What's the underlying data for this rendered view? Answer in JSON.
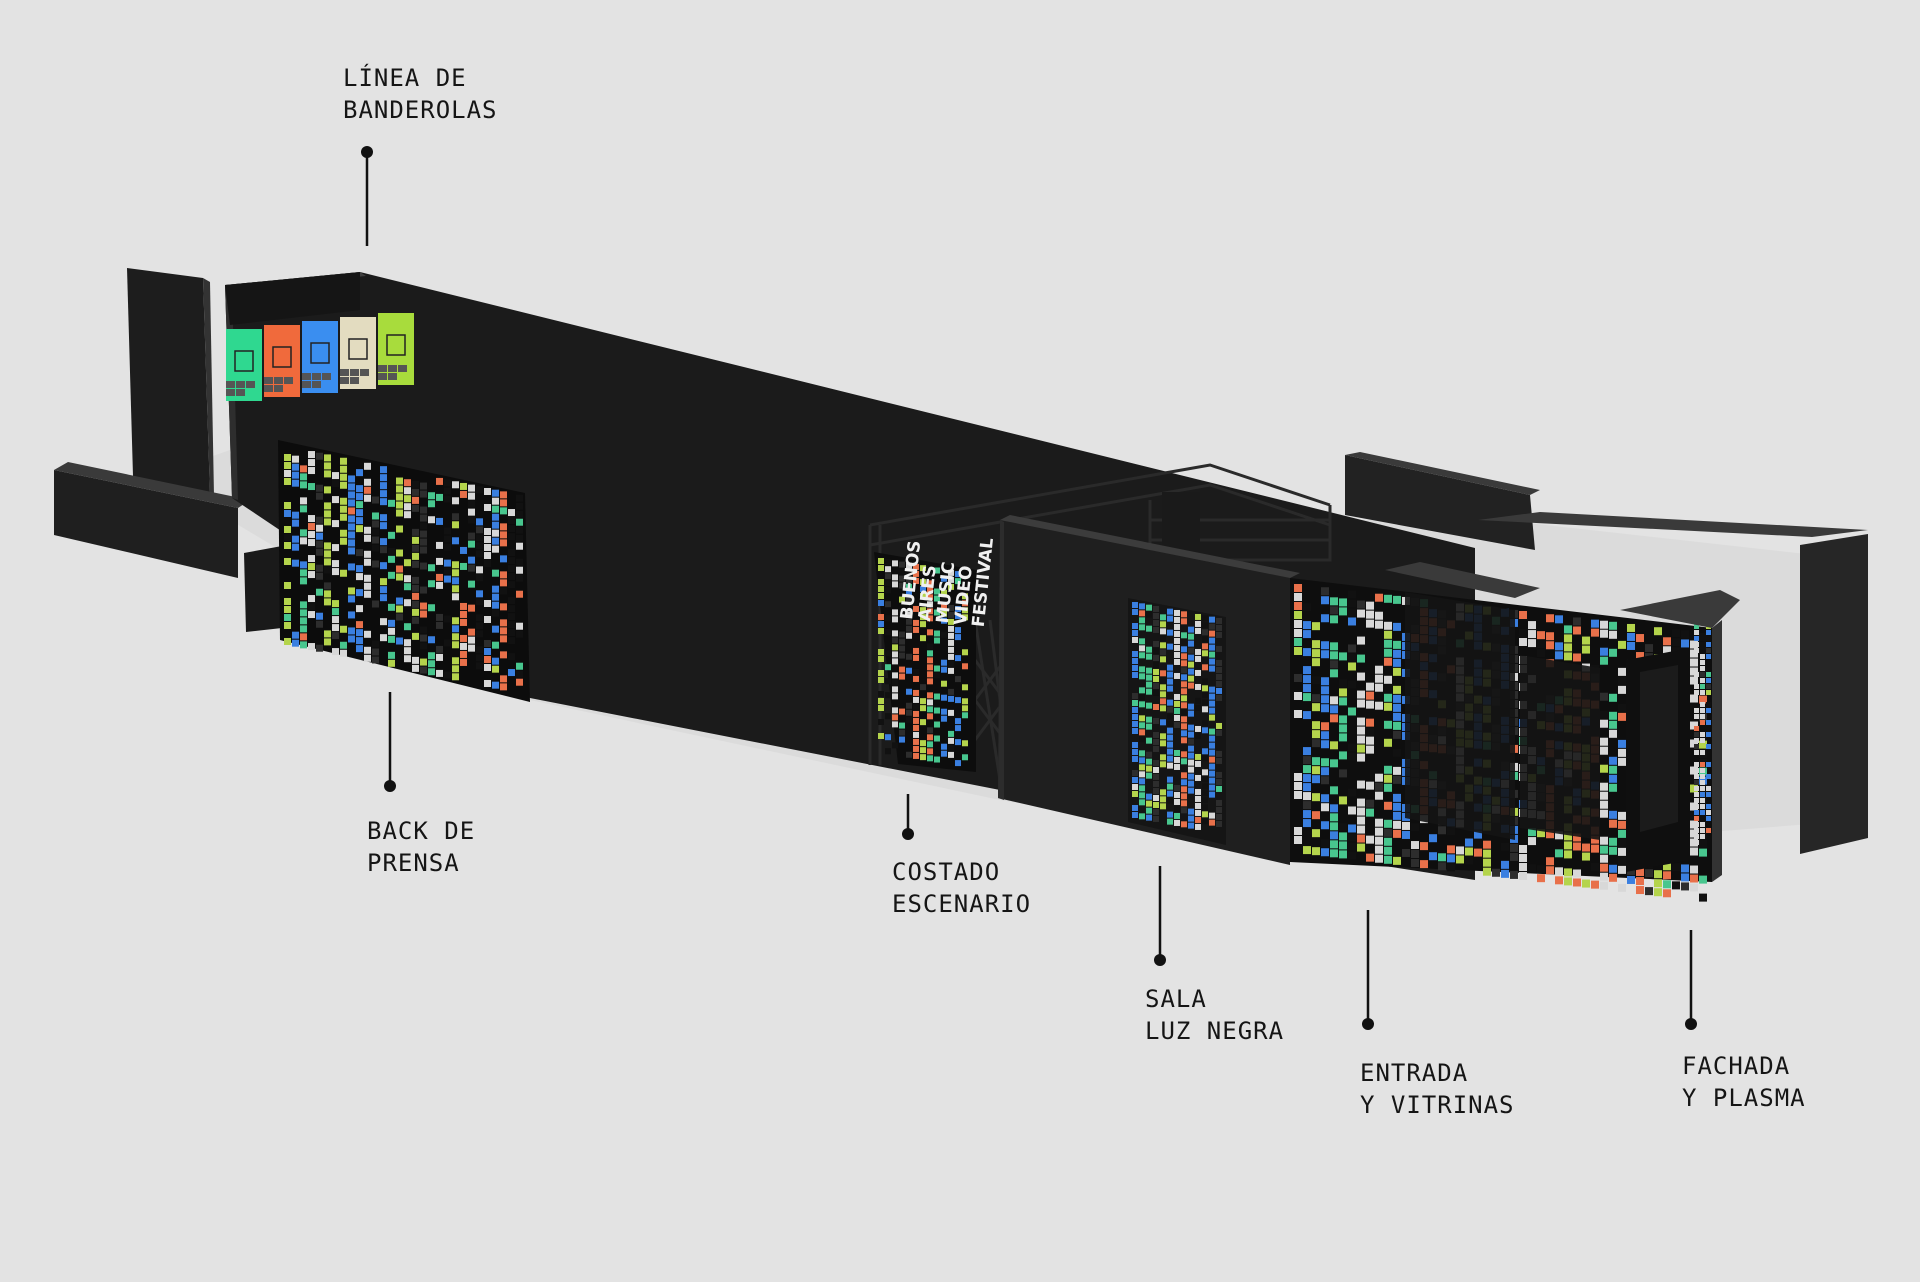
{
  "callouts": {
    "banderolas": {
      "line1": "LÍNEA DE",
      "line2": "BANDEROLAS"
    },
    "back_prensa": {
      "line1": "BACK DE",
      "line2": "PRENSA"
    },
    "costado": {
      "line1": "COSTADO",
      "line2": "ESCENARIO"
    },
    "sala": {
      "line1": "SALA",
      "line2": "LUZ NEGRA"
    },
    "entrada": {
      "line1": "ENTRADA",
      "line2": "Y VITRINAS"
    },
    "fachada": {
      "line1": "FACHADA",
      "line2": "Y PLASMA"
    }
  },
  "poster": {
    "lines": [
      "BUENOS",
      "AIRES",
      "MUSIC",
      "VIDEO",
      "FESTIVAL"
    ]
  },
  "banner_colors": [
    "#2fd890",
    "#f06a3c",
    "#3a8ef0",
    "#e3dcc0",
    "#a8dc3c"
  ],
  "pattern_palette": [
    "#e8704a",
    "#3a7fe0",
    "#48c68e",
    "#b4d44c",
    "#d8d8d8",
    "#2d2d2d",
    "#111111"
  ],
  "wall_colors": {
    "top": "#3b3b3b",
    "face": "#1c1c1c",
    "side": "#262626",
    "floor_shadow": "#cfcfcf"
  }
}
